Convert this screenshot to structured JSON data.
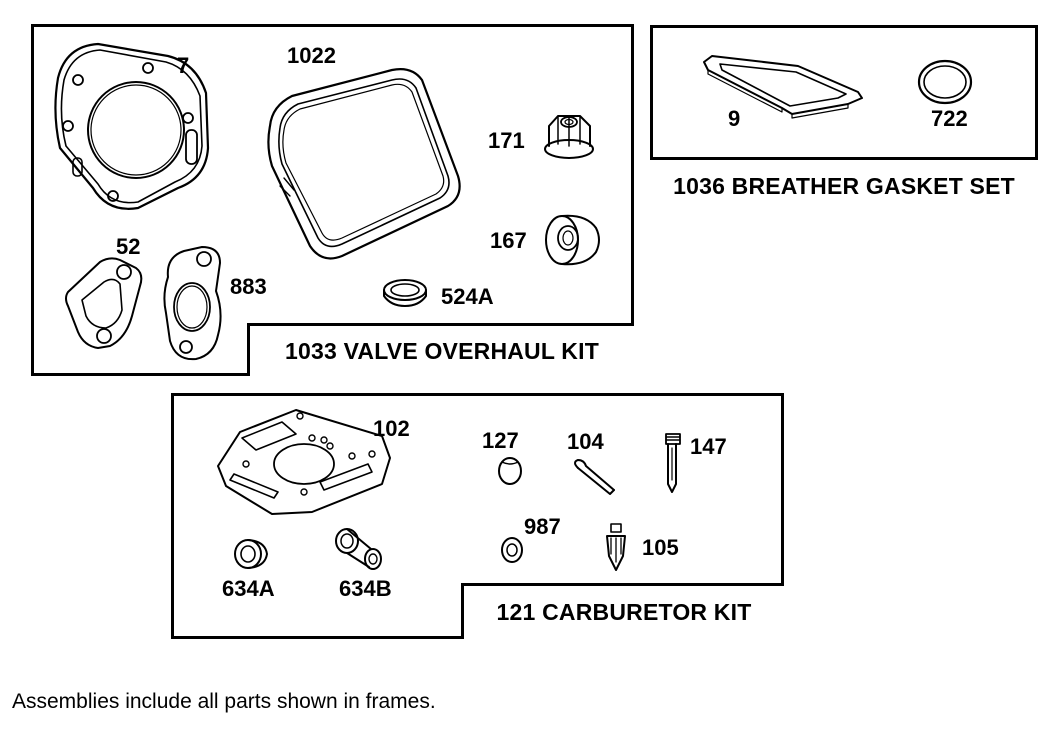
{
  "kits": {
    "valve_overhaul": {
      "label": "1033 VALVE OVERHAUL KIT",
      "parts": [
        "7",
        "1022",
        "171",
        "167",
        "52",
        "883",
        "524A"
      ]
    },
    "breather_gasket": {
      "label": "1036 BREATHER GASKET SET",
      "parts": [
        "9",
        "722"
      ]
    },
    "carburetor": {
      "label": "121 CARBURETOR KIT",
      "parts": [
        "102",
        "127",
        "104",
        "147",
        "987",
        "105",
        "634A",
        "634B"
      ]
    }
  },
  "footnote": "Assemblies include all parts shown in frames.",
  "icons": [
    "cylinder-head-gasket-icon",
    "valve-cover-gasket-icon",
    "flange-nut-icon",
    "valve-seal-icon",
    "intake-gasket-icon",
    "oil-seal-icon",
    "breather-gasket-icon",
    "o-ring-icon",
    "carburetor-gasket-icon",
    "welch-plug-icon",
    "pin-icon",
    "emulsion-tube-icon",
    "washer-icon",
    "float-needle-icon",
    "bushing-icon",
    "sleeve-icon"
  ]
}
